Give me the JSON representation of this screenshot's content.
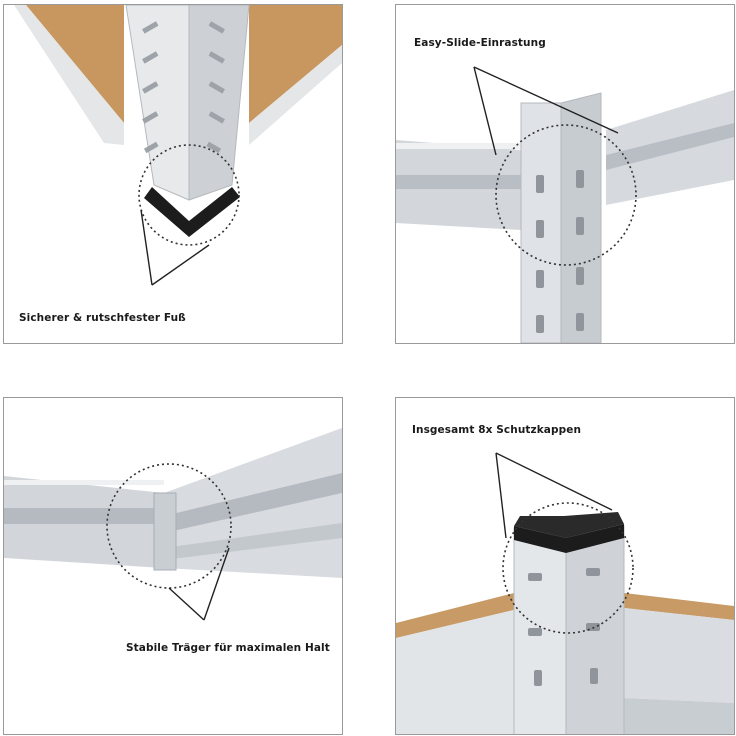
{
  "panels": [
    {
      "caption": "Sicherer & rutschfester Fuß",
      "subject": "corner-foot-cap"
    },
    {
      "caption": "Easy-Slide-Einrastung",
      "subject": "slide-lock-joint"
    },
    {
      "caption": "Stabile Träger für maximalen Halt",
      "subject": "steel-beam"
    },
    {
      "caption": "Insgesamt 8x Schutzkappen",
      "subject": "top-protective-cap"
    }
  ],
  "colors": {
    "steel": "#d7dade",
    "steel_dark": "#a9aeb4",
    "mdf_board": "#c89a66",
    "cap": "#1c1c1c",
    "border": "#9a9a9a"
  }
}
